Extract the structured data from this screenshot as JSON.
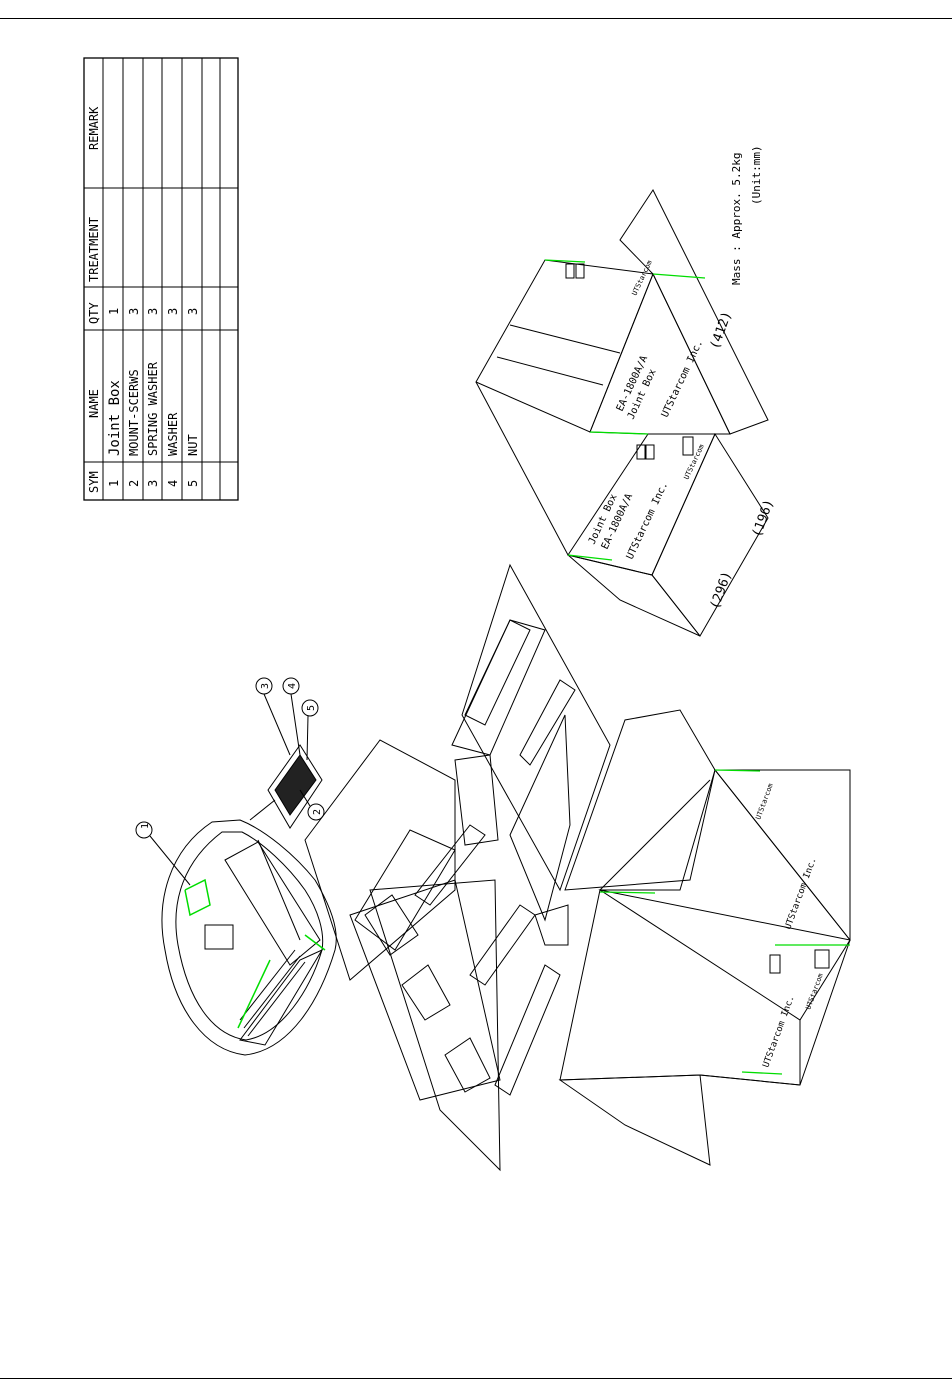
{
  "parts_table": {
    "headers": [
      "SYM",
      "NAME",
      "QTY",
      "TREATMENT",
      "REMARK"
    ],
    "rows": [
      [
        "1",
        "Joint Box",
        "1",
        "",
        ""
      ],
      [
        "2",
        "MOUNT-SCERWS",
        "3",
        "",
        ""
      ],
      [
        "3",
        "SPRING WASHER",
        "3",
        "",
        ""
      ],
      [
        "4",
        "WASHER",
        "3",
        "",
        ""
      ],
      [
        "5",
        "NUT",
        "3",
        "",
        ""
      ],
      [
        "",
        "",
        "",
        "",
        ""
      ]
    ]
  },
  "mass_note": {
    "line1": "Mass : Approx. 5.2kg",
    "line2": "(Unit:mm)"
  },
  "callouts": [
    "1",
    "2",
    "3",
    "4",
    "5"
  ],
  "carton": {
    "product_label": "Joint Box",
    "model_label": "EA-1800A/A",
    "brand_label": "UTStarcom Inc.",
    "logo_text": "UTStarcom",
    "dims": [
      "(296)",
      "(196)",
      "(412)"
    ]
  },
  "colors": {
    "line": "#000000",
    "accent": "#00dd00"
  }
}
